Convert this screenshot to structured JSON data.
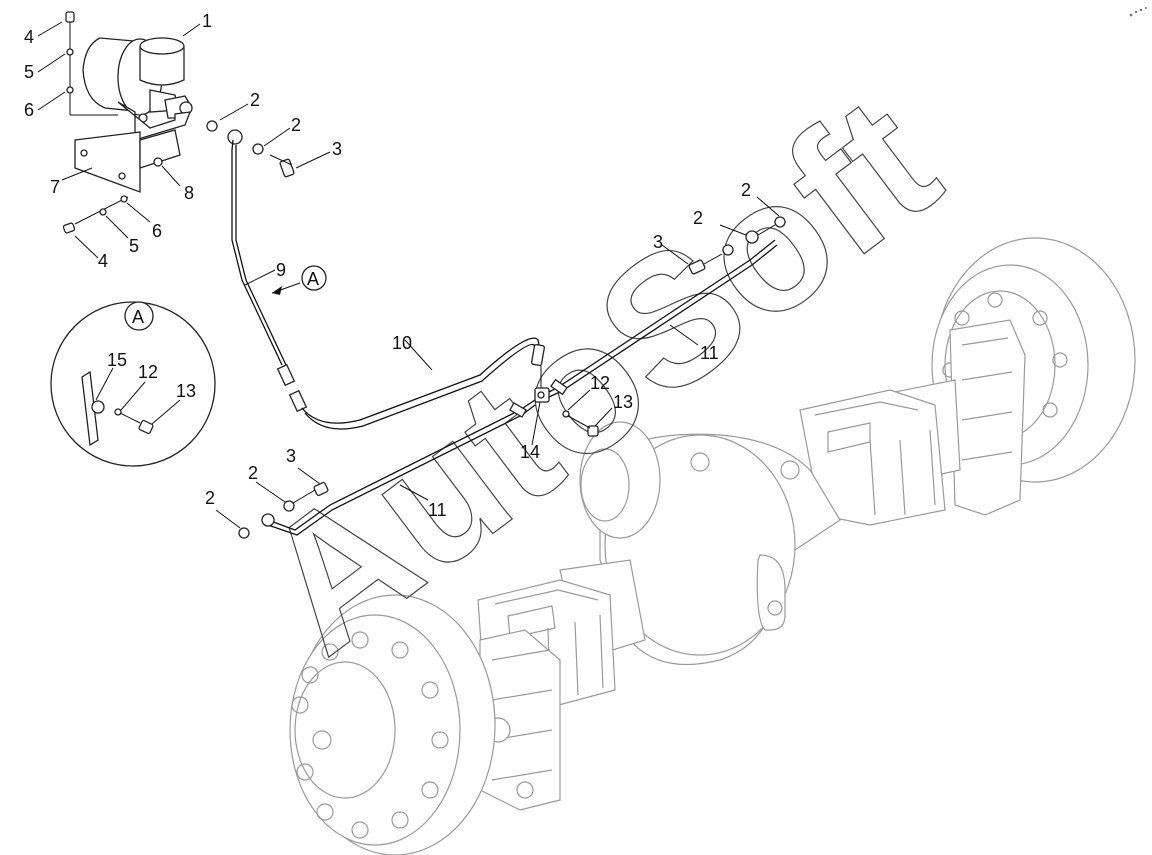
{
  "watermark": "AutoSoft",
  "detail_label": "A",
  "view_ref_label": "A",
  "callouts": {
    "c1": "1",
    "c2a": "2",
    "c2b": "2",
    "c3a": "3",
    "c4a": "4",
    "c5a": "5",
    "c6a": "6",
    "c7": "7",
    "c8": "8",
    "c6b": "6",
    "c5b": "5",
    "c4b": "4",
    "c9": "9",
    "c10": "10",
    "c2c": "2",
    "c2d": "2",
    "c3b": "3",
    "c11a": "11",
    "c12a": "12",
    "c13a": "13",
    "c14": "14",
    "c2e": "2",
    "c3c": "3",
    "c2f": "2",
    "c11b": "11",
    "c15d": "15",
    "c12d": "12",
    "c13d": "13"
  }
}
